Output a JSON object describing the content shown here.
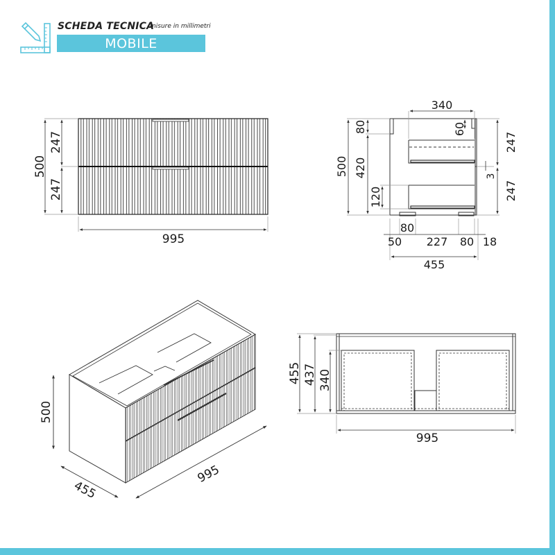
{
  "header": {
    "title": "SCHEDA TECNICA",
    "subtitle": "misure in millimetri",
    "banner_label": "MOBILE",
    "accent_color": "#5bc5dc",
    "icon": "ruler-pencil-icon"
  },
  "front_view": {
    "width_label": "995",
    "height_total_label": "500",
    "drawer_top_label": "247",
    "drawer_bottom_label": "247"
  },
  "side_view": {
    "top_depth_label": "340",
    "height_total_label": "500",
    "top_gap_label": "80",
    "inner_height_label": "420",
    "bottom_drawer_label": "120",
    "handle_label": "60",
    "drawer_top_label": "247",
    "gap_label": "3",
    "drawer_bottom_label": "247",
    "foot_label": "80",
    "bottom_dims": [
      "50",
      "227",
      "80",
      "18"
    ],
    "depth_total_label": "455"
  },
  "iso_view": {
    "height_label": "500",
    "depth_label": "455",
    "width_label": "995"
  },
  "top_view": {
    "depth_total_label": "455",
    "depth_inner_label": "437",
    "drawer_depth_label": "340",
    "width_label": "995"
  }
}
